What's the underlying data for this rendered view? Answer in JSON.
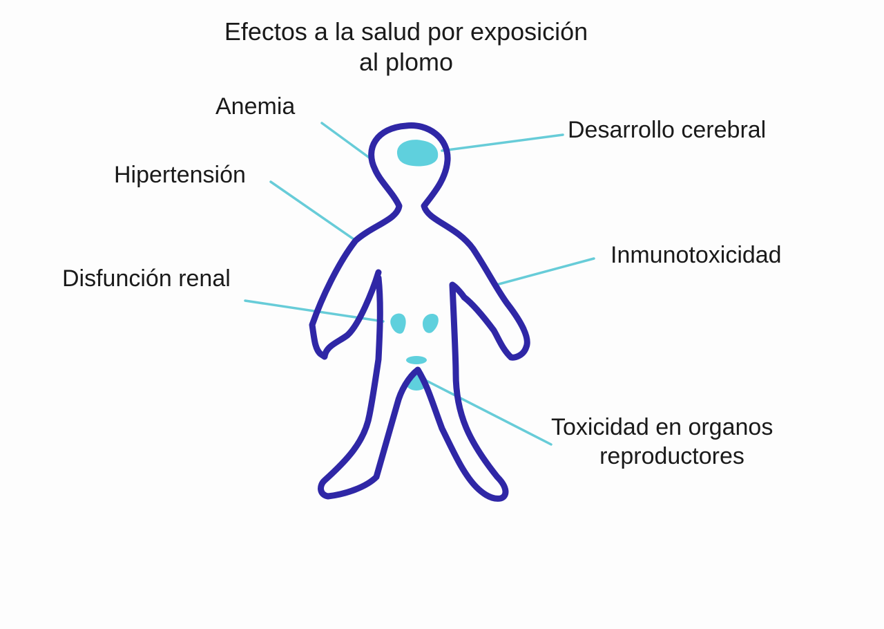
{
  "title": {
    "line1": "Efectos a la salud por exposición",
    "line2": "al plomo"
  },
  "labels": {
    "anemia": "Anemia",
    "hipertension": "Hipertensión",
    "disfuncion_renal": "Disfunción renal",
    "desarrollo_cerebral": "Desarrollo cerebral",
    "inmunotoxicidad": "Inmunotoxicidad",
    "toxicidad_line1": "Toxicidad en organos",
    "toxicidad_line2": "reproductores"
  },
  "colors": {
    "body_outline": "#2f27a6",
    "leader_lines": "#4cc3d1",
    "organ_fill": "#5fd0dd",
    "text": "#1a1a1a",
    "background": "#fdfdfd"
  }
}
